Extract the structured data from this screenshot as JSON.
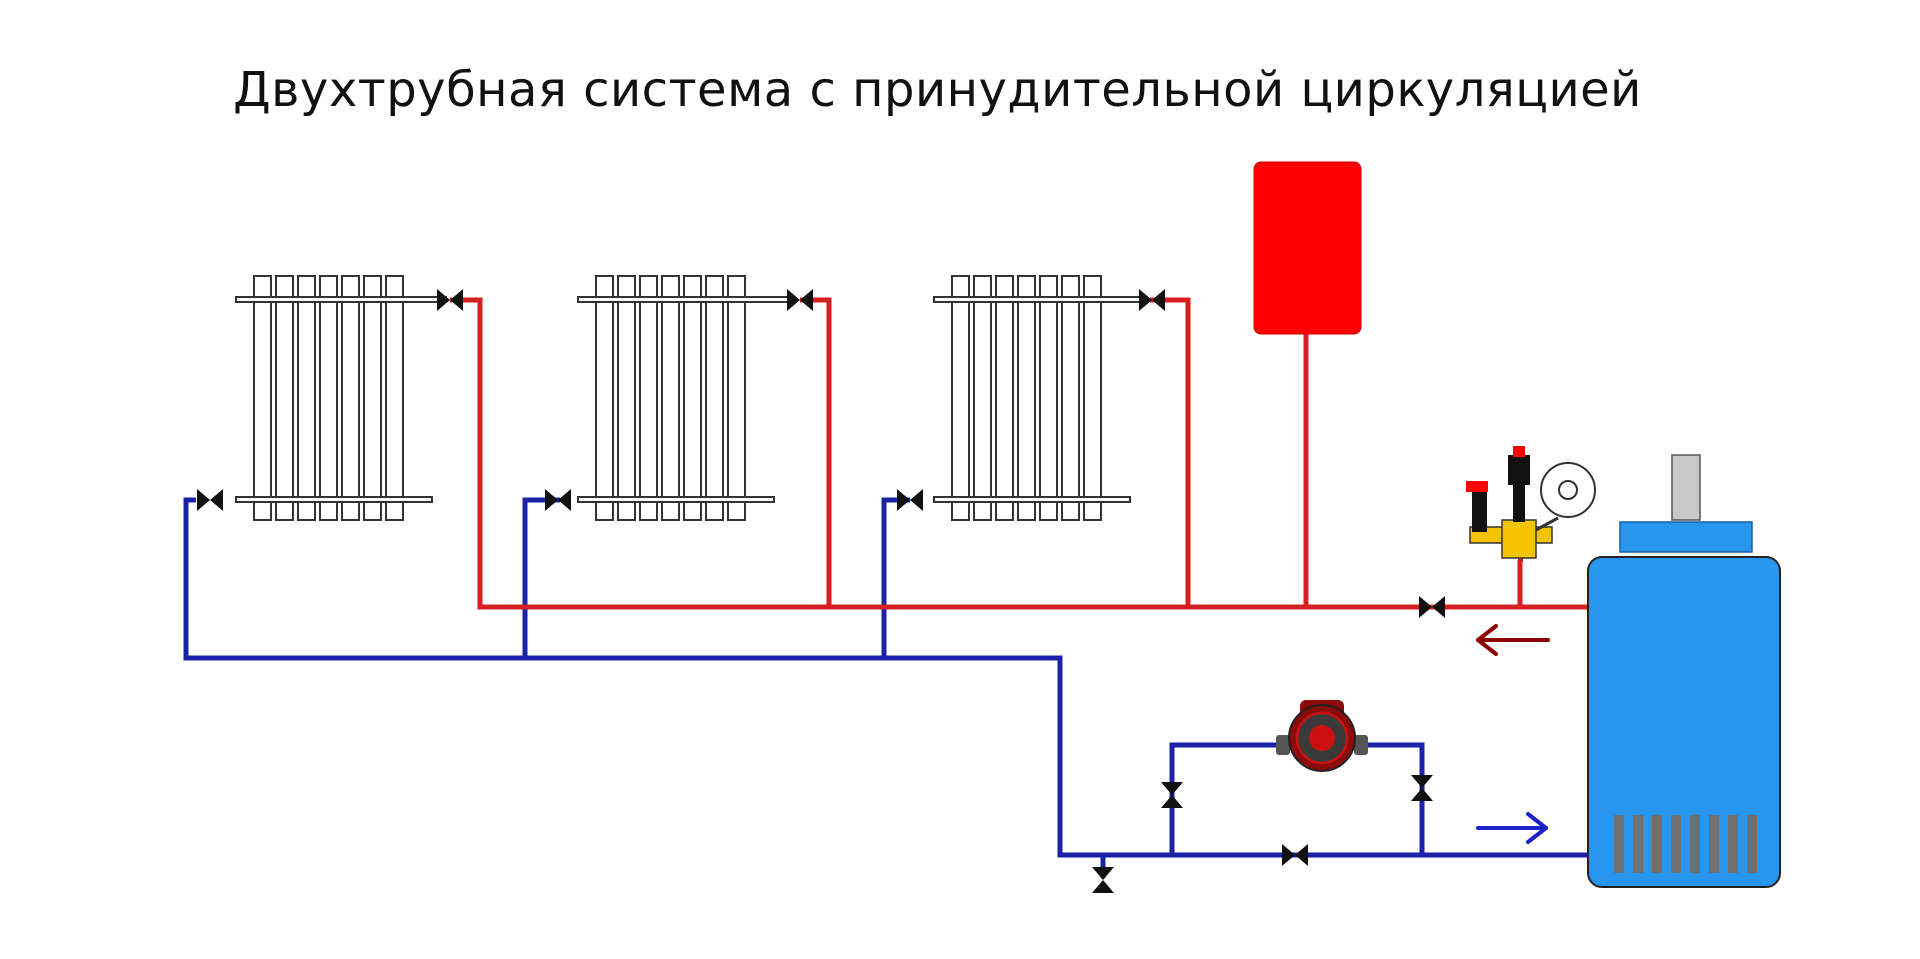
{
  "title": "Двухтрубная система с принудительной циркуляцией",
  "colors": {
    "supply_pipe": "#d42020",
    "return_pipe": "#1a22a8",
    "expansion_tank": "#ff0000",
    "boiler": "#2896ee",
    "boiler_grille": "#707070",
    "boiler_chimney": "#c8c8c8",
    "valve": "#111111",
    "safety_group": "#f5c400",
    "pump_body": "#8b0a0a",
    "supply_arrow": "#8b0000",
    "return_arrow": "#1a22c8",
    "radiator_outline": "#333333"
  },
  "components": {
    "radiators": [
      "radiator-1",
      "radiator-2",
      "radiator-3"
    ],
    "expansion_tank": "expansion-tank",
    "boiler": "boiler",
    "circulation_pump": "circulation-pump",
    "safety_group": "safety-group",
    "flow_arrows": [
      "supply-flow-arrow",
      "return-flow-arrow"
    ]
  }
}
